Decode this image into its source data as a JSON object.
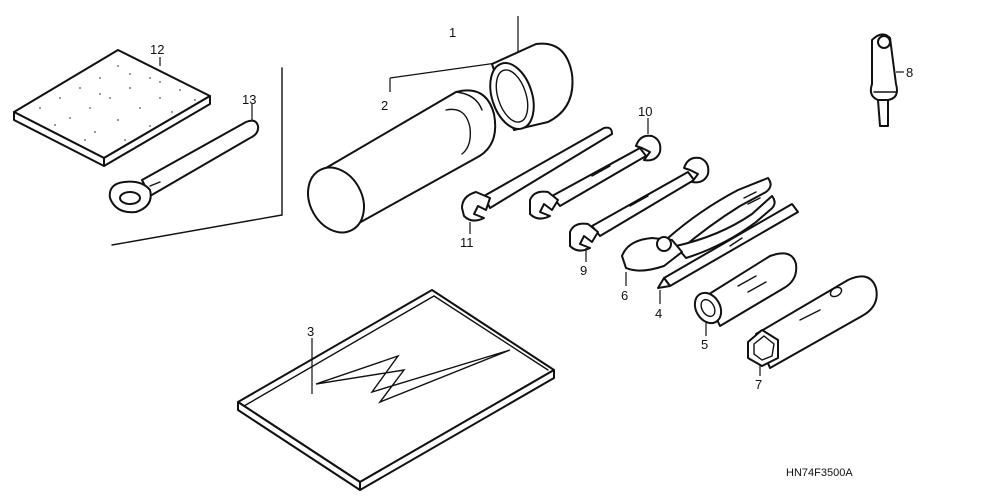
{
  "callouts": {
    "p1": "1",
    "p2": "2",
    "p3": "3",
    "p4": "4",
    "p5": "5",
    "p6": "6",
    "p7": "7",
    "p8": "8",
    "p9": "9",
    "p10": "10",
    "p11": "11",
    "p12": "12",
    "p13": "13"
  },
  "diagram_code": "HN74F3500A"
}
